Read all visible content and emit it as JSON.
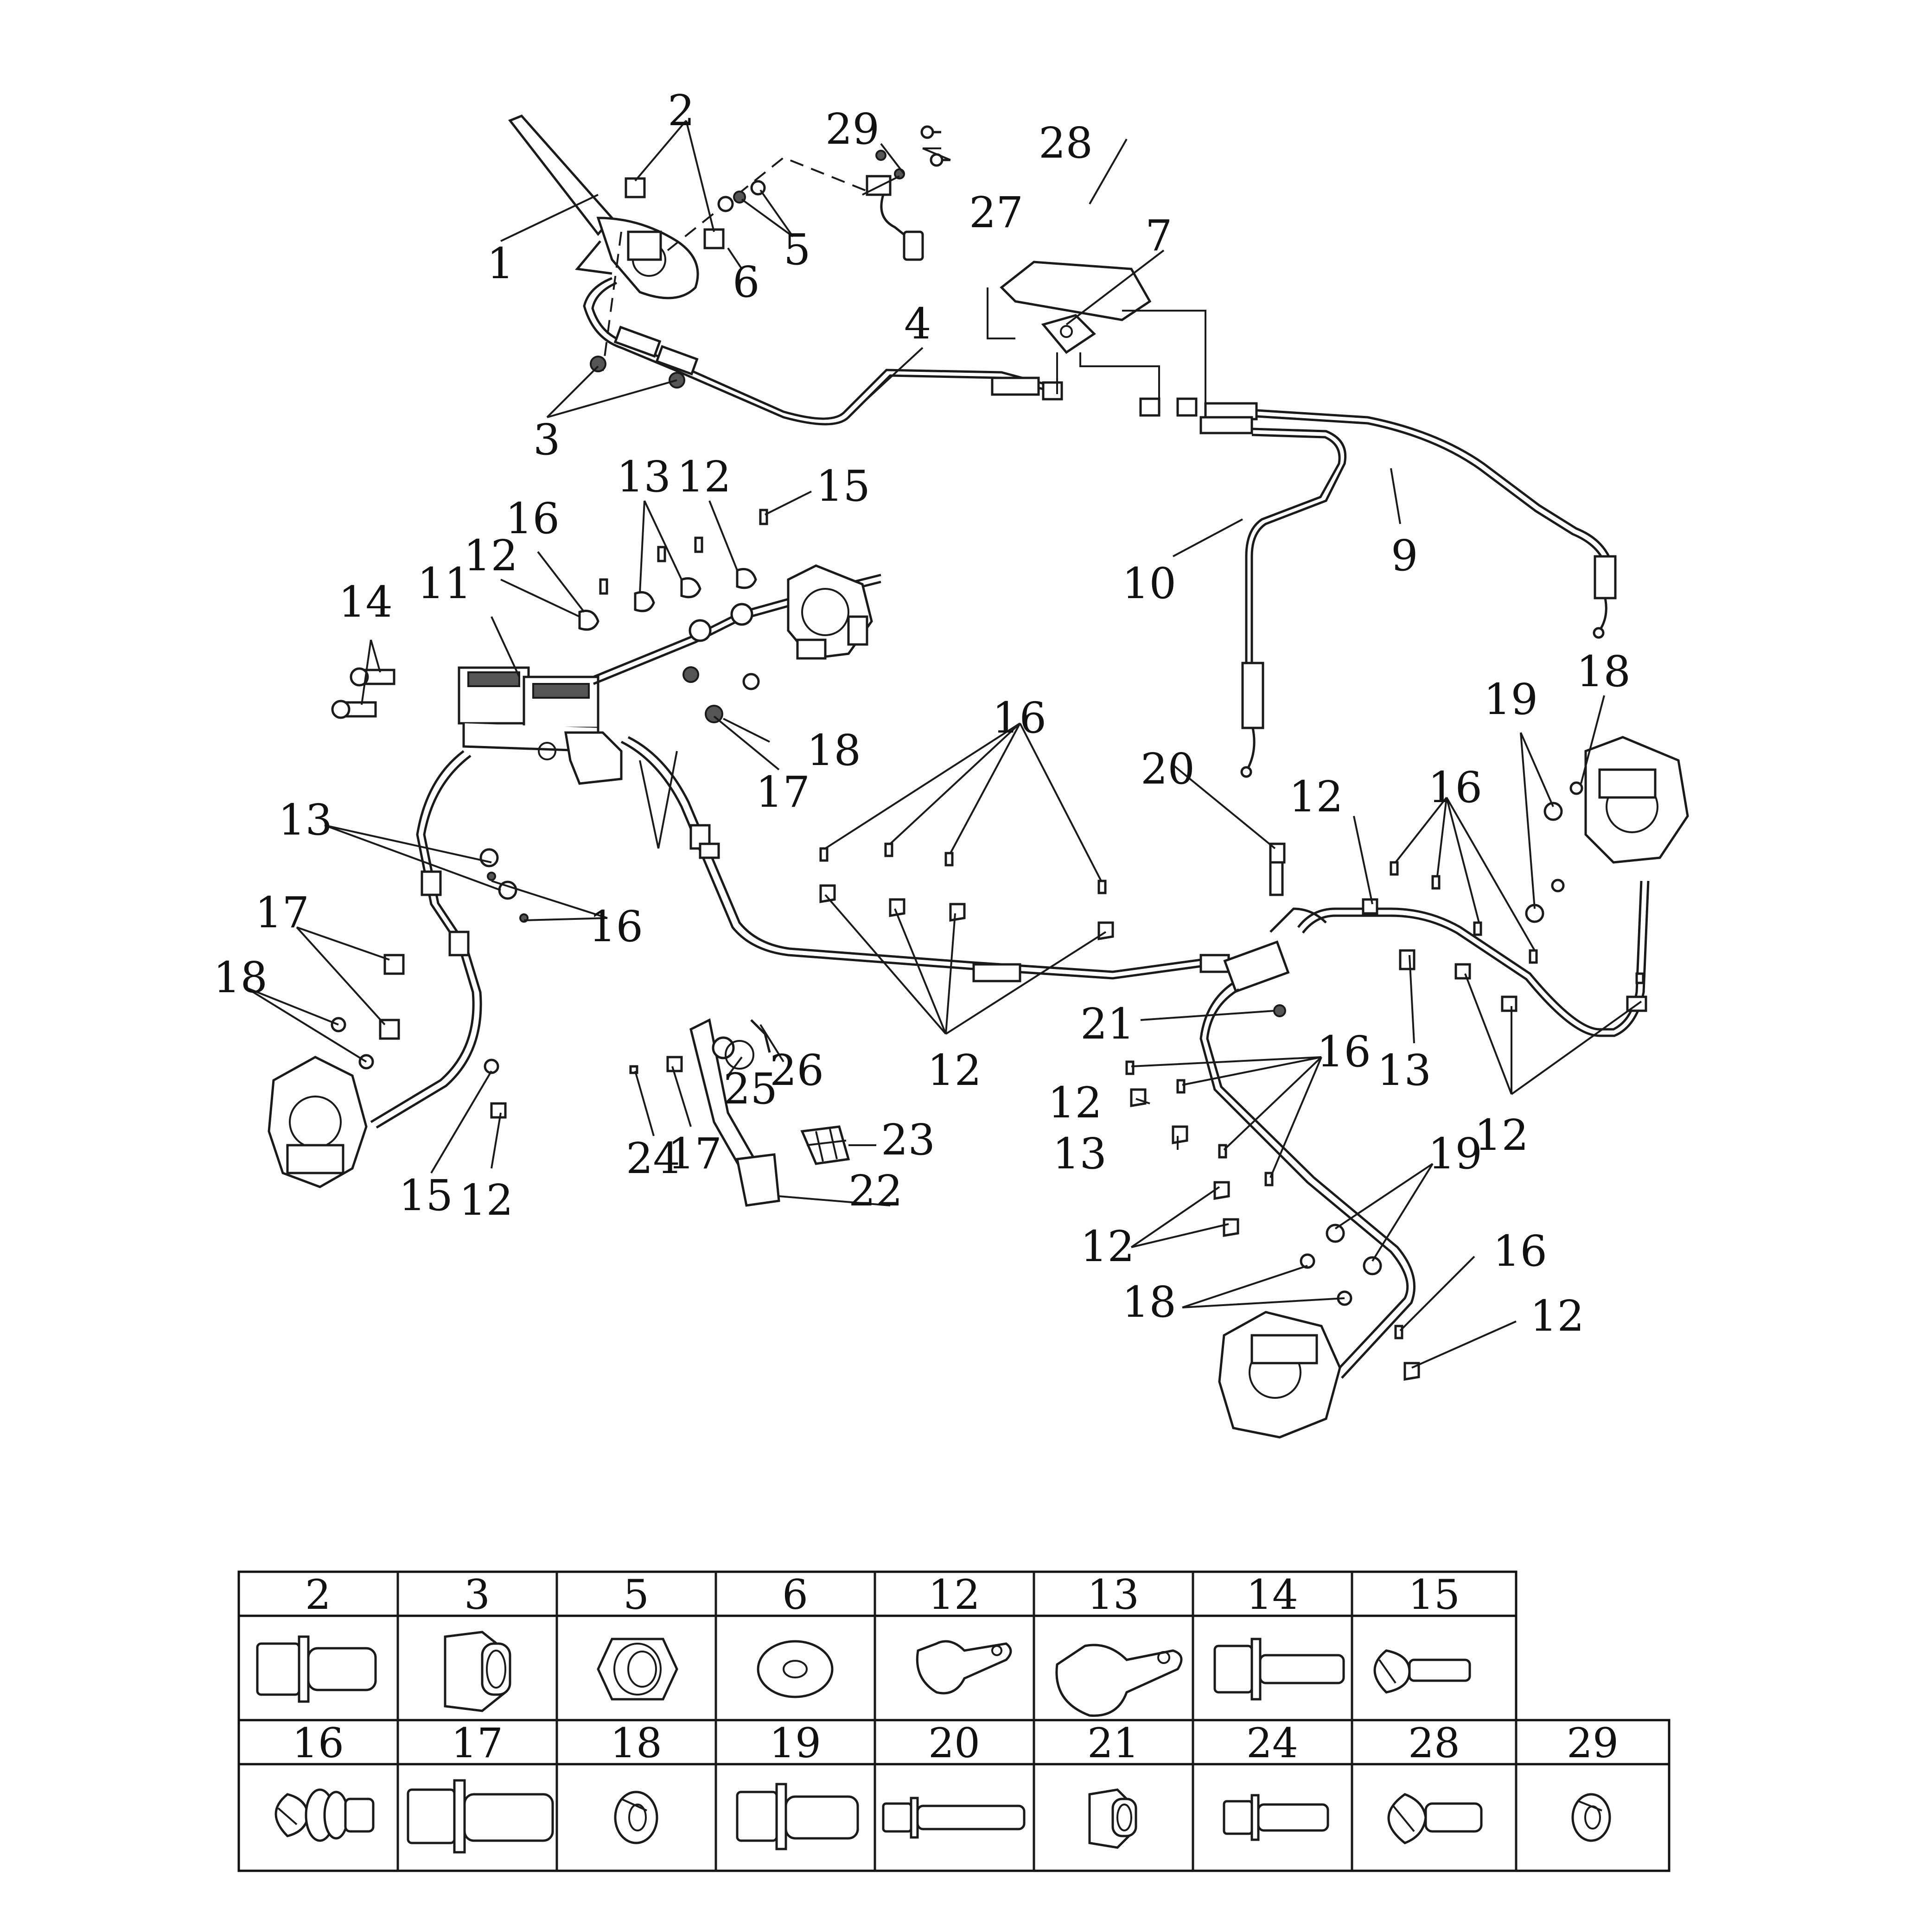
{
  "callouts": [
    "1",
    "2",
    "3",
    "4",
    "5",
    "6",
    "7",
    "9",
    "10",
    "11",
    "12",
    "13",
    "14",
    "15",
    "16",
    "17",
    "18",
    "19",
    "20",
    "21",
    "22",
    "23",
    "24",
    "25",
    "26",
    "27",
    "28",
    "29"
  ],
  "legend": {
    "row1": [
      "2",
      "3",
      "5",
      "6",
      "12",
      "13",
      "14",
      "15"
    ],
    "row2": [
      "16",
      "17",
      "18",
      "19",
      "20",
      "21",
      "24",
      "28",
      "29"
    ],
    "icons_row1": [
      "flange-bolt-icon",
      "flange-nut-icon",
      "hex-nut-icon",
      "flat-washer-icon",
      "p-clip-small-icon",
      "p-clip-large-icon",
      "flange-bolt-long-icon",
      "pan-head-screw-icon"
    ],
    "icons_row2": [
      "screw-washer-assembly-icon",
      "flange-bolt-long-icon",
      "spring-washer-icon",
      "flange-bolt-icon",
      "flange-bolt-extra-long-icon",
      "flange-nut-icon",
      "flange-bolt-icon",
      "round-head-screw-icon",
      "spring-washer-icon"
    ]
  }
}
